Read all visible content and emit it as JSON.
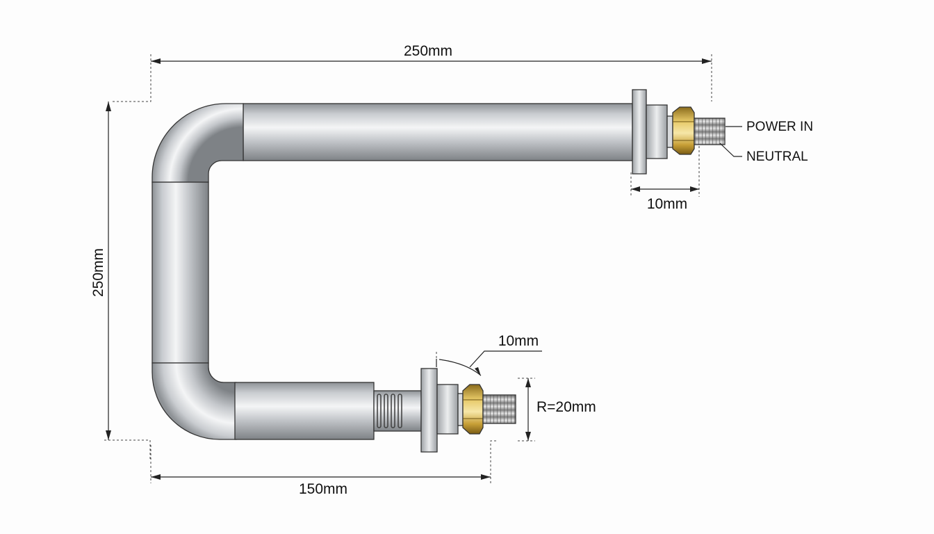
{
  "dimensions": {
    "overall_width": "250mm",
    "overall_height": "250mm",
    "bottom_leg_length": "150mm",
    "top_terminal_length": "10mm",
    "bottom_flange_offset": "10mm",
    "bend_radius": "R=20mm"
  },
  "callouts": {
    "power_in": "POWER IN",
    "neutral": "NEUTRAL"
  },
  "colors": {
    "tube": "#b9bcc0",
    "brass": "#c9a63a",
    "line": "#222222"
  }
}
